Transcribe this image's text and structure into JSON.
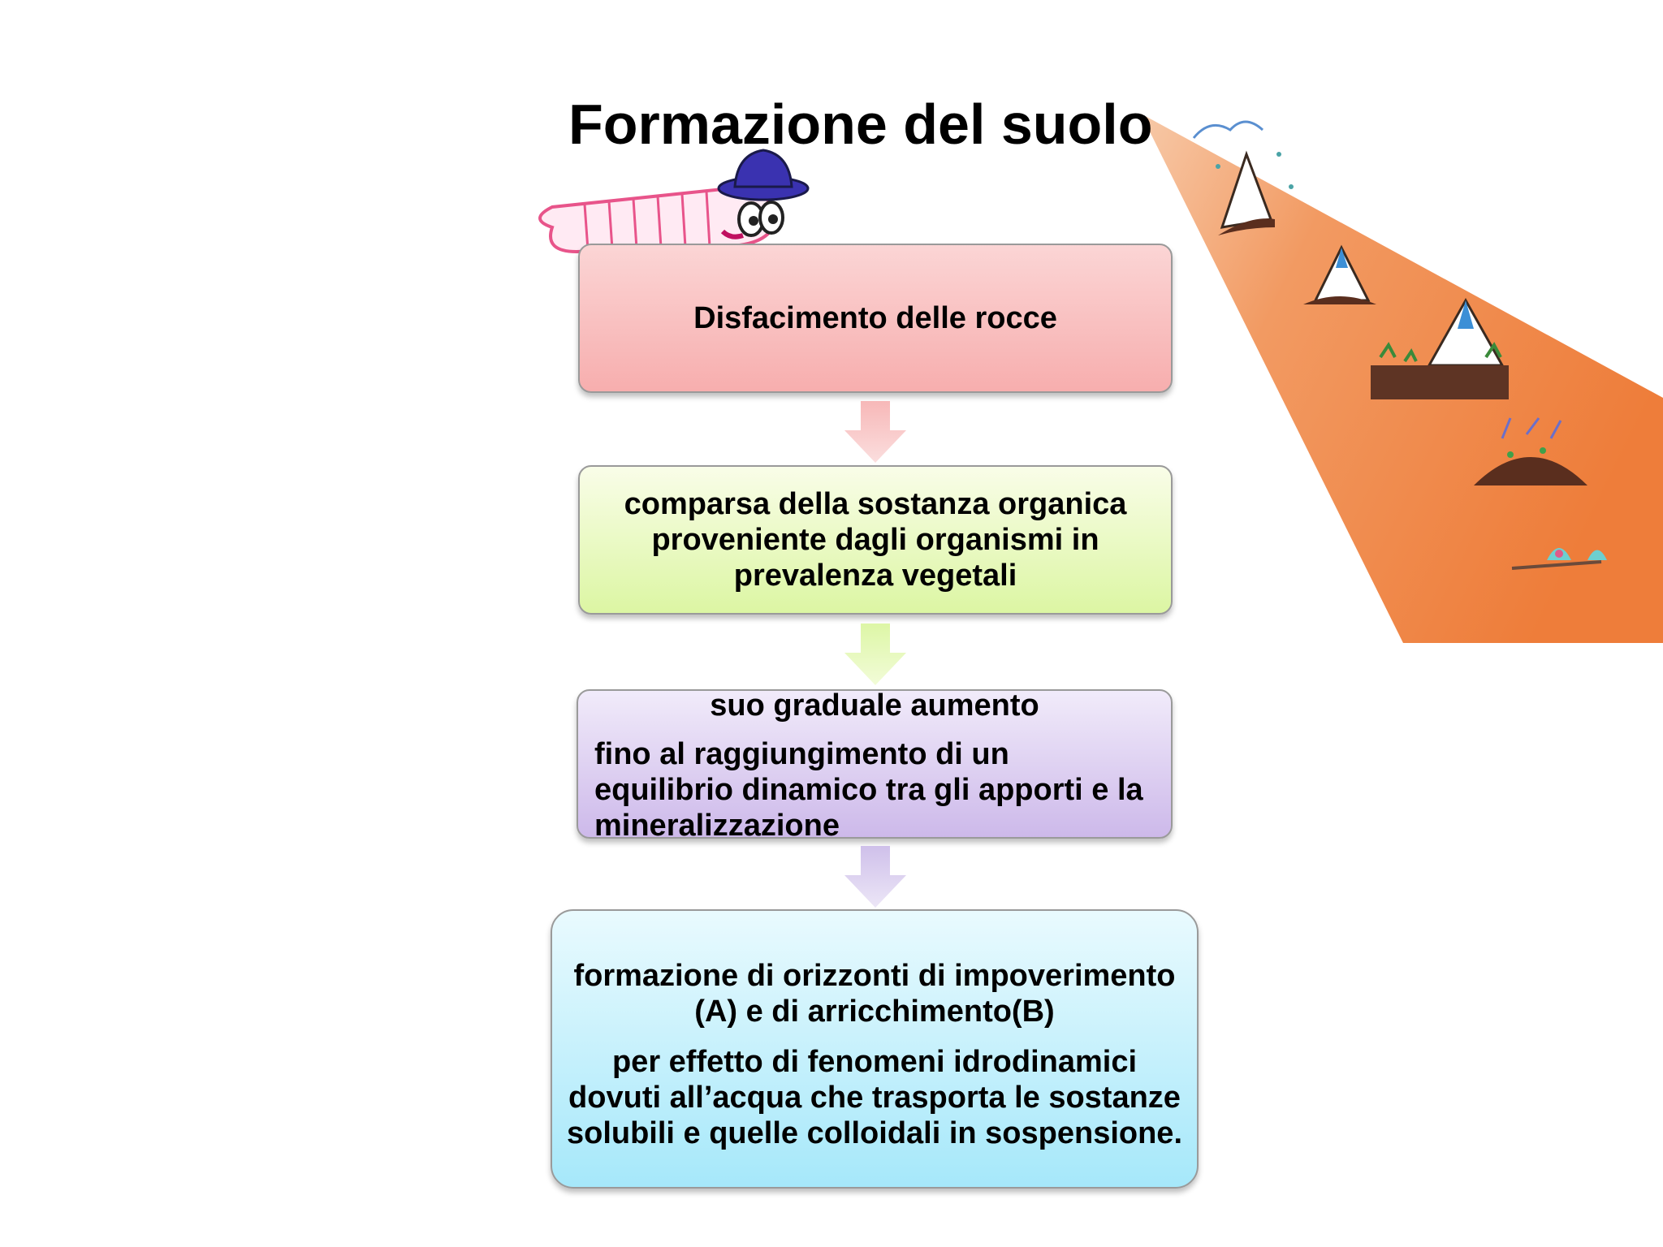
{
  "slide": {
    "title": "Formazione del suolo"
  },
  "flow": {
    "step1": "Disfacimento delle rocce",
    "step2": "comparsa della sostanza organica proveniente dagli organismi in prevalenza vegetali",
    "step3_heading": "suo graduale aumento",
    "step3_body": "fino al raggiungimento di un equilibrio dinamico  tra gli apporti e la mineralizzazione",
    "step4_heading": "formazione di orizzonti di impoverimento (A) e di arricchimento(B)",
    "step4_body": "per effetto di fenomeni idrodinamici dovuti all’acqua che trasporta le sostanze solubili e quelle colloidali in sospensione."
  },
  "colors": {
    "step1": "#f7aeae",
    "step2": "#dcf6a3",
    "step3": "#cdb9ea",
    "step4": "#a6e8fa",
    "ray": "#ef8a4c"
  },
  "illustrations": [
    "worm-with-hat-drawing",
    "soil-formation-ray-drawing"
  ]
}
